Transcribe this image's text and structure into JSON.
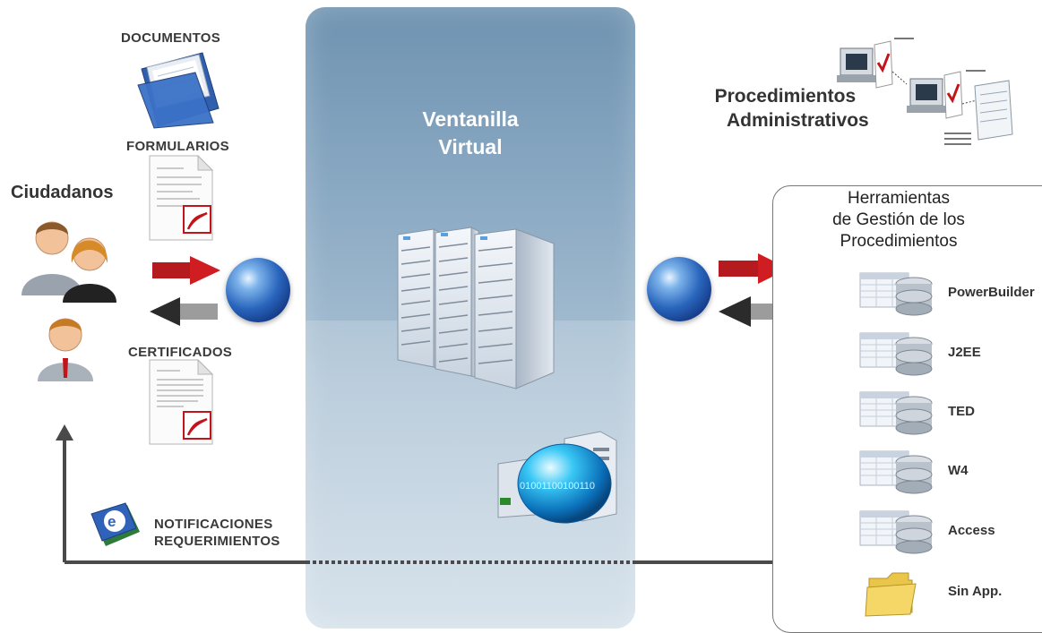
{
  "left": {
    "documentos": "DOCUMENTOS",
    "formularios": "FORMULARIOS",
    "certificados": "CERTIFICADOS",
    "ciudadanos": "Ciudadanos",
    "notificaciones": "NOTIFICACIONES",
    "requerimientos": "REQUERIMIENTOS"
  },
  "center": {
    "title_line1": "Ventanilla",
    "title_line2": "Virtual",
    "binary_text": "01001100100110"
  },
  "right": {
    "procedimientos_line1": "Procedimientos",
    "procedimientos_line2": "Administrativos",
    "tools_title_line1": "Herramientas",
    "tools_title_line2": "de Gestión de los",
    "tools_title_line3": "Procedimientos",
    "tools": [
      "PowerBuilder",
      "J2EE",
      "TED",
      "W4",
      "Access",
      "Sin App."
    ]
  },
  "colors": {
    "arrow_red": "#c0161b",
    "arrow_dark": "#2b2b2b",
    "panel_blue": "#7e9fbb",
    "line": "#4a4a4a"
  }
}
